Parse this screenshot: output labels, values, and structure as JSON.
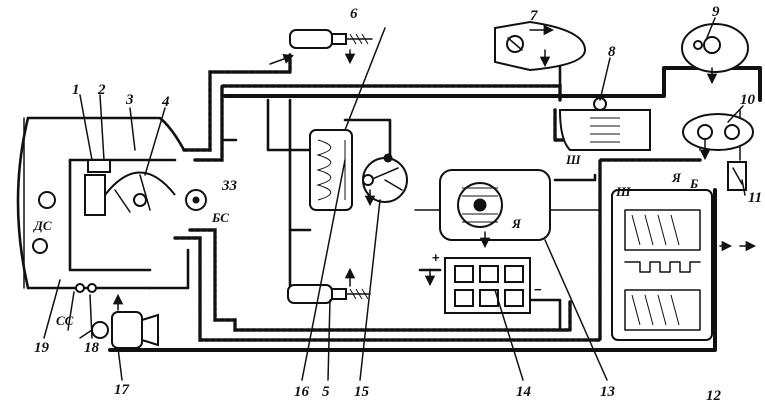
{
  "callouts": {
    "n1": "1",
    "n2": "2",
    "n3": "3",
    "n4": "4",
    "n5": "5",
    "n6": "6",
    "n7": "7",
    "n8": "8",
    "n9": "9",
    "n10": "10",
    "n11": "11",
    "n12": "12",
    "n13": "13",
    "n14": "14",
    "n15": "15",
    "n16": "16",
    "n17": "17",
    "n18": "18",
    "n19": "19",
    "n33": "33"
  },
  "terminals": {
    "ds": "ДС",
    "ss": "СС",
    "bs": "БС",
    "sh1": "Ш",
    "sh2": "Ш",
    "ya1": "Я",
    "ya2": "Я",
    "b": "Б",
    "plus": "+",
    "minus": "−"
  }
}
